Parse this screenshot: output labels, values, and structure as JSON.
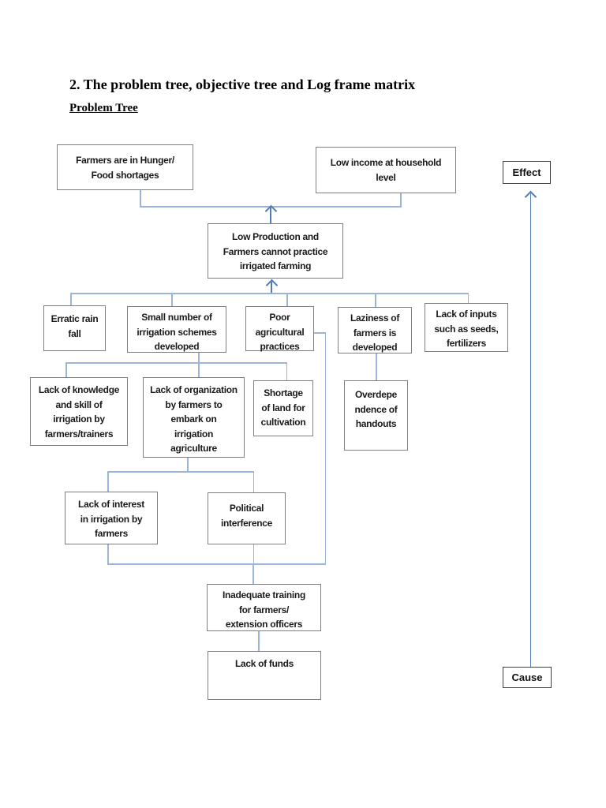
{
  "document": {
    "title": "2. The problem tree, objective tree and Log frame matrix",
    "section_heading": "Problem Tree"
  },
  "tree": {
    "effect_label": "Effect",
    "cause_label": "Cause",
    "nodes": {
      "farmers_hunger": "Farmers are in Hunger/\nFood shortages",
      "low_income": "Low income at household\nlevel",
      "low_production": "Low Production and\nFarmers cannot practice\nirrigated farming",
      "erratic_rain": "Erratic rain\nfall",
      "small_number": "Small number of\nirrigation schemes\ndeveloped",
      "poor_practices": "Poor\nagricultural\npractices",
      "laziness": "Laziness of\nfarmers is\ndeveloped",
      "lack_inputs": "Lack of inputs\nsuch as seeds,\nfertilizers",
      "lack_knowledge": "Lack of knowledge\nand skill of\nirrigation by\nfarmers/trainers",
      "lack_organization": "Lack of organization\nby farmers to\nembark on\nirrigation\nagriculture",
      "shortage_land": "Shortage\nof land for\ncultivation",
      "overdependence": "Overdepe\nndence of\nhandouts",
      "lack_interest": "Lack of interest\nin irrigation by\nfarmers",
      "political_interference": "Political\ninterference",
      "inadequate_training": "Inadequate training\nfor farmers/\nextension officers",
      "lack_funds": "Lack of funds"
    },
    "colors": {
      "connector_line": "#9ab5d9",
      "connector_arrow": "#4f7dbb",
      "box_border": "#7f7f7f",
      "tag_border": "#3f3f3f"
    }
  }
}
